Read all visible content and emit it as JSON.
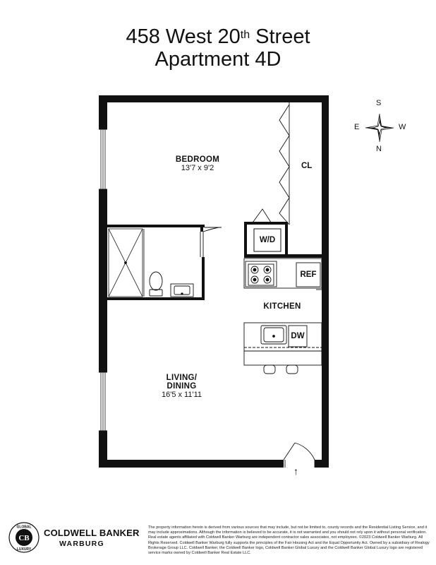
{
  "title": {
    "line1_prefix": "458 West 20",
    "line1_sup": "th",
    "line1_suffix": " Street",
    "line2": "Apartment 4D"
  },
  "rooms": {
    "bedroom": {
      "name": "BEDROOM",
      "dims": "13'7 x 9'2"
    },
    "closet": {
      "name": "CL"
    },
    "washer_dryer": {
      "name": "W/D"
    },
    "refrigerator": {
      "name": "REF"
    },
    "kitchen": {
      "name": "KITCHEN"
    },
    "dishwasher": {
      "name": "DW"
    },
    "living": {
      "name_line1": "LIVING/",
      "name_line2": "DINING",
      "dims": "16'5 x 11'11"
    }
  },
  "compass": {
    "top": "S",
    "left": "E",
    "right": "W",
    "bottom": "N"
  },
  "entry_arrow": "↑",
  "footer": {
    "brand_line1": "COLDWELL BANKER",
    "brand_line2": "WARBURG",
    "logo_ring_top": "GLOBAL",
    "logo_ring_bottom": "LUXURY",
    "disclaimer": "The property information herein is derived from various sources that may include, but not be limited to, county records and the Residential Listing Service, and it may include approximations. Although the information is believed to be accurate, it is not warranted and you should not rely upon it without personal verification. Real estate agents affiliated with Coldwell Banker Warburg are independent contractor sales associates, not employees. ©2023 Coldwell Banker Warburg. All Rights Reserved. Coldwell Banker Warburg fully supports the principles of the Fair Housing Act and the Equal Opportunity Act. Owned by a subsidiary of Realogy Brokerage Group LLC. Coldwell Banker, the Coldwell Banker logo, Coldwell Banker Global Luxury and the Coldwell Banker Global Luxury logo are registered service marks owned by Coldwell Banker Real Estate LLC."
  }
}
